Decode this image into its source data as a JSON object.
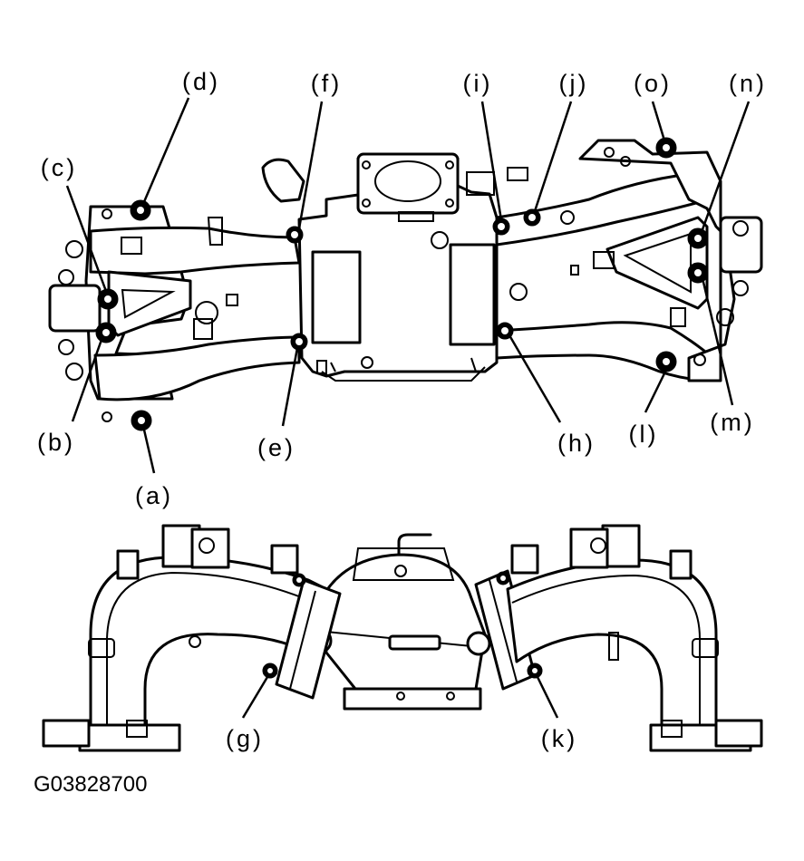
{
  "figure_code": "G03828700",
  "callouts": [
    {
      "id": "a",
      "label": "(a)"
    },
    {
      "id": "b",
      "label": "(b)"
    },
    {
      "id": "c",
      "label": "(c)"
    },
    {
      "id": "d",
      "label": "(d)"
    },
    {
      "id": "e",
      "label": "(e)"
    },
    {
      "id": "f",
      "label": "(f)"
    },
    {
      "id": "g",
      "label": "(g)"
    },
    {
      "id": "h",
      "label": "(h)"
    },
    {
      "id": "i",
      "label": "(i)"
    },
    {
      "id": "j",
      "label": "(j)"
    },
    {
      "id": "k",
      "label": "(k)"
    },
    {
      "id": "l",
      "label": "(l)"
    },
    {
      "id": "m",
      "label": "(m)"
    },
    {
      "id": "n",
      "label": "(n)"
    },
    {
      "id": "o",
      "label": "(o)"
    }
  ]
}
